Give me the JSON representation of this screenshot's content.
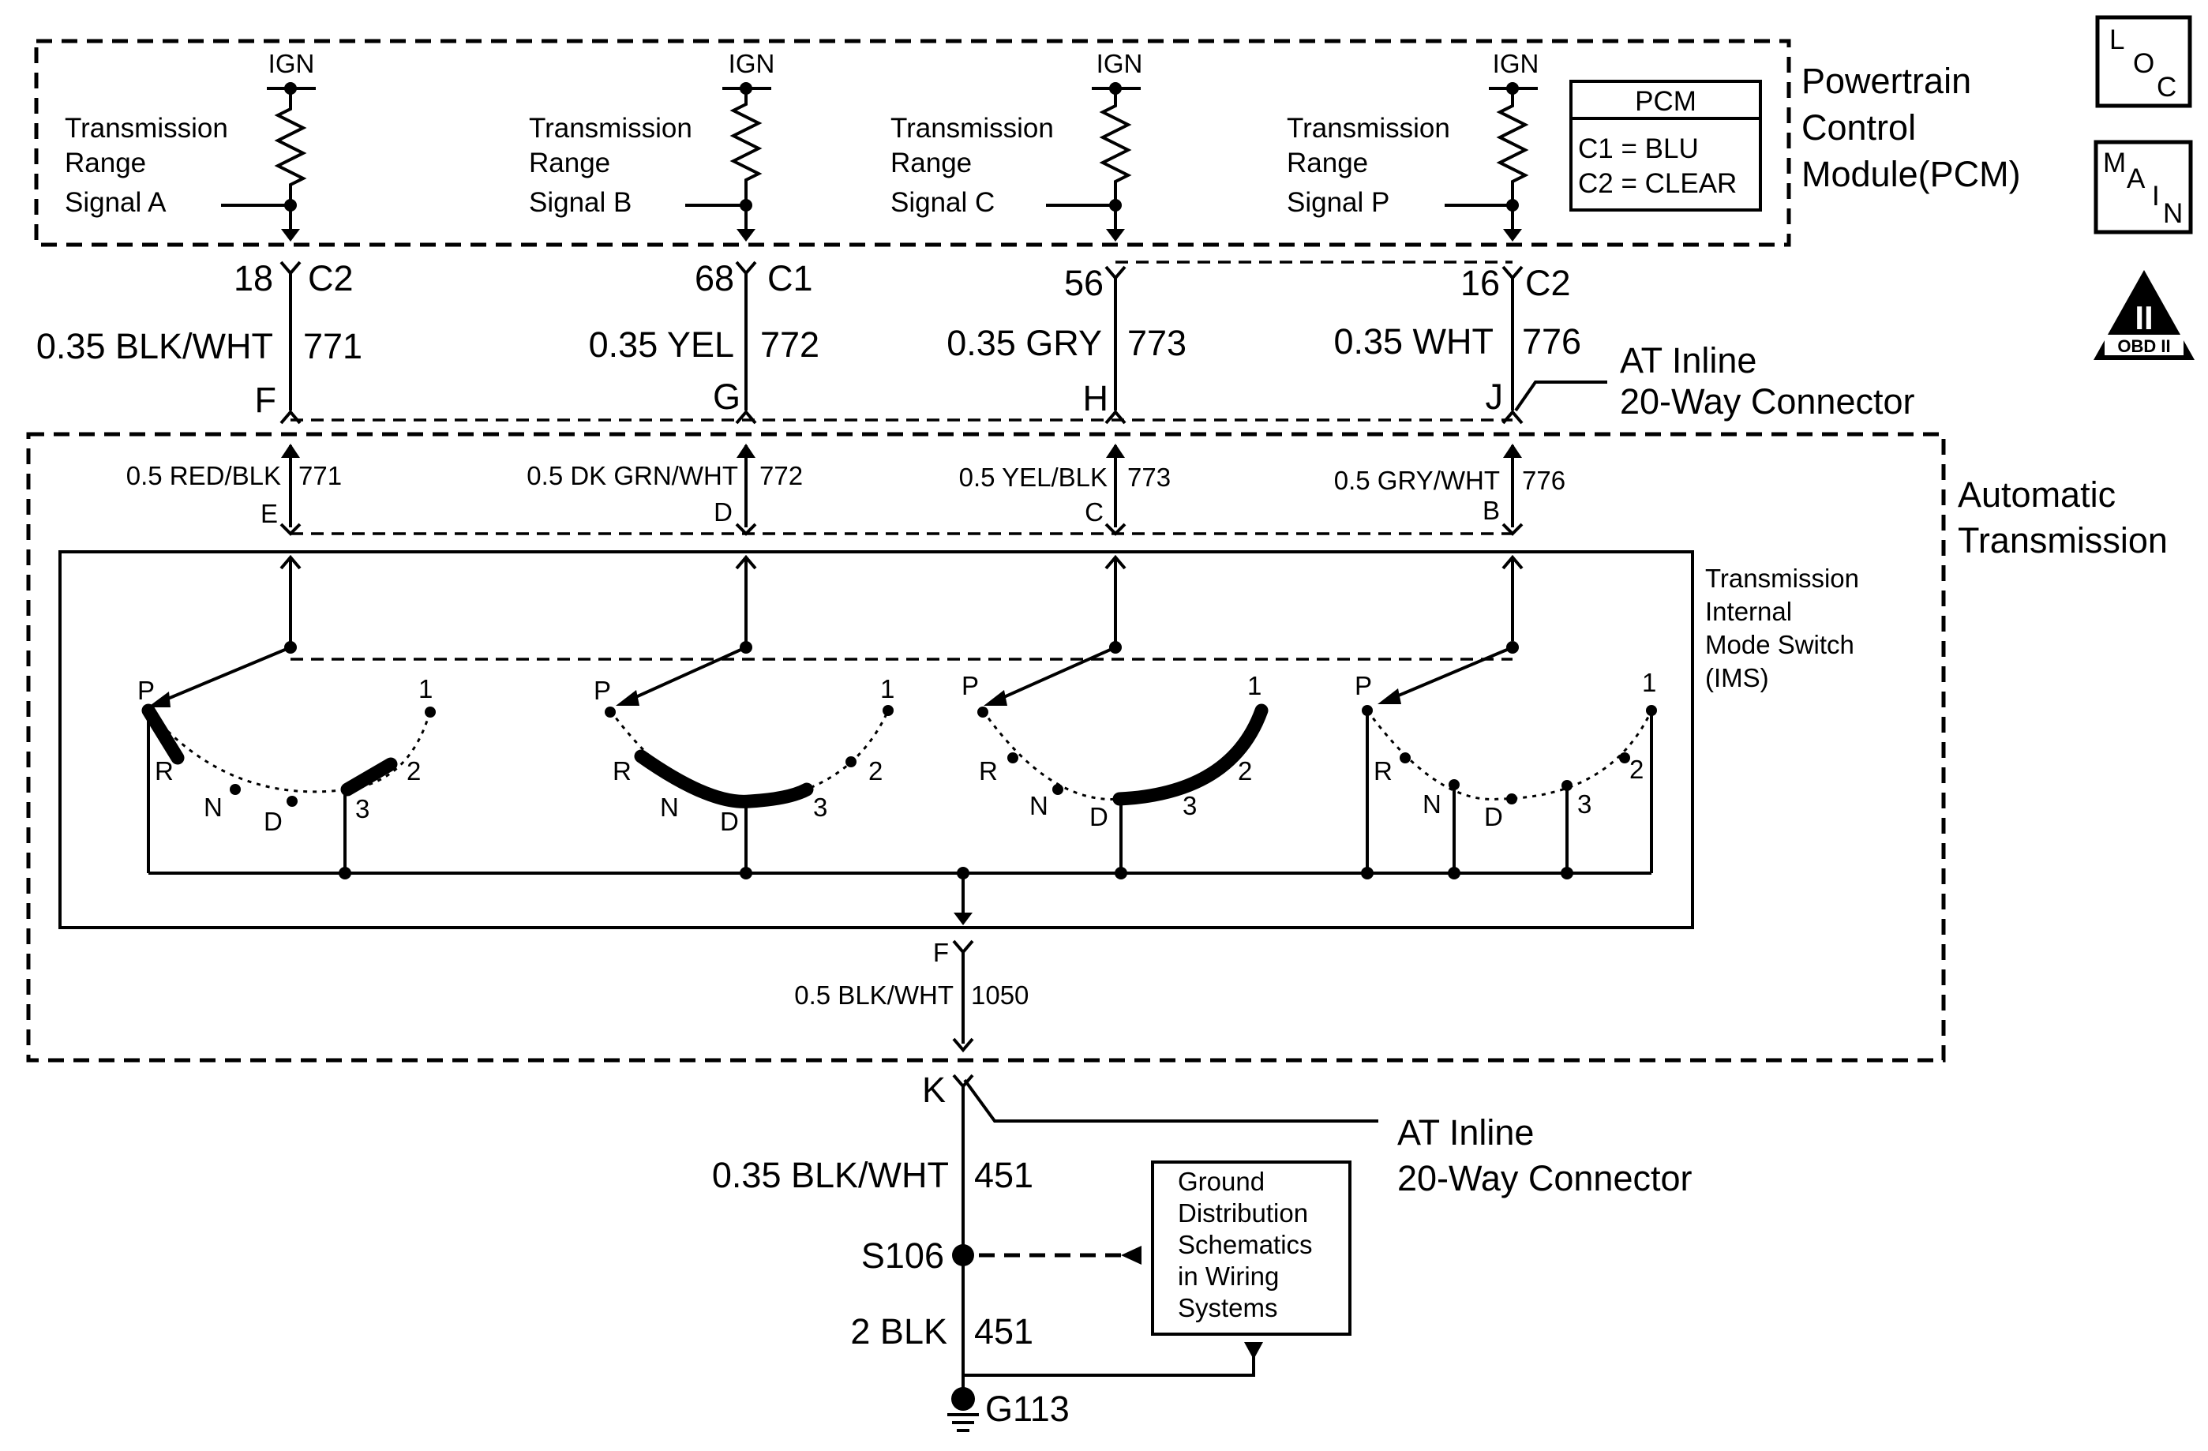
{
  "modules": {
    "pcm_label": [
      "Powertrain",
      "Control",
      "Module(PCM)"
    ],
    "at_label": [
      "Automatic",
      "Transmission"
    ],
    "ims_label": [
      "Transmission",
      "Internal",
      "Mode Switch",
      "(IMS)"
    ],
    "pcm_box": {
      "title": "PCM",
      "lines": [
        "C1 = BLU",
        "C2 = CLEAR"
      ]
    }
  },
  "badges": {
    "loc": [
      "L",
      "O",
      "C"
    ],
    "main": [
      "M",
      "A",
      "I",
      "N"
    ],
    "obd": {
      "numeral": "II",
      "text": "OBD II"
    }
  },
  "ign_label": "IGN",
  "circuits": [
    {
      "signal": [
        "Transmission",
        "Range",
        "Signal A"
      ],
      "pcm_pin": "18",
      "pcm_connector": "C2",
      "pcm_wire": "0.35 BLK/WHT",
      "circuit": "771",
      "inline_pin": "F",
      "at_wire": "0.5 RED/BLK",
      "at_circuit": "771",
      "at_pin": "E"
    },
    {
      "signal": [
        "Transmission",
        "Range",
        "Signal B"
      ],
      "pcm_pin": "68",
      "pcm_connector": "C1",
      "pcm_wire": "0.35 YEL",
      "circuit": "772",
      "inline_pin": "G",
      "at_wire": "0.5 DK GRN/WHT",
      "at_circuit": "772",
      "at_pin": "D"
    },
    {
      "signal": [
        "Transmission",
        "Range",
        "Signal C"
      ],
      "pcm_pin": "56",
      "pcm_connector": "",
      "pcm_wire": "0.35 GRY",
      "circuit": "773",
      "inline_pin": "H",
      "at_wire": "0.5 YEL/BLK",
      "at_circuit": "773",
      "at_pin": "C"
    },
    {
      "signal": [
        "Transmission",
        "Range",
        "Signal P"
      ],
      "pcm_pin": "16",
      "pcm_connector": "C2",
      "pcm_wire": "0.35 WHT",
      "circuit": "776",
      "inline_pin": "J",
      "at_wire": "0.5 GRY/WHT",
      "at_circuit": "776",
      "at_pin": "B"
    }
  ],
  "inline_connector": [
    "AT Inline",
    "20-Way Connector"
  ],
  "switch_positions": [
    "P",
    "R",
    "N",
    "D",
    "3",
    "2",
    "1"
  ],
  "ground_path": {
    "ims_pin": "F",
    "ims_wire": "0.5 BLK/WHT",
    "ims_circuit": "1050",
    "inline_pin": "K",
    "wire1": "0.35 BLK/WHT",
    "circuit1": "451",
    "splice": "S106",
    "wire2": "2 BLK",
    "circuit2": "451",
    "ground": "G113",
    "reference": [
      "Ground",
      "Distribution",
      "Schematics",
      "in Wiring",
      "Systems"
    ]
  }
}
